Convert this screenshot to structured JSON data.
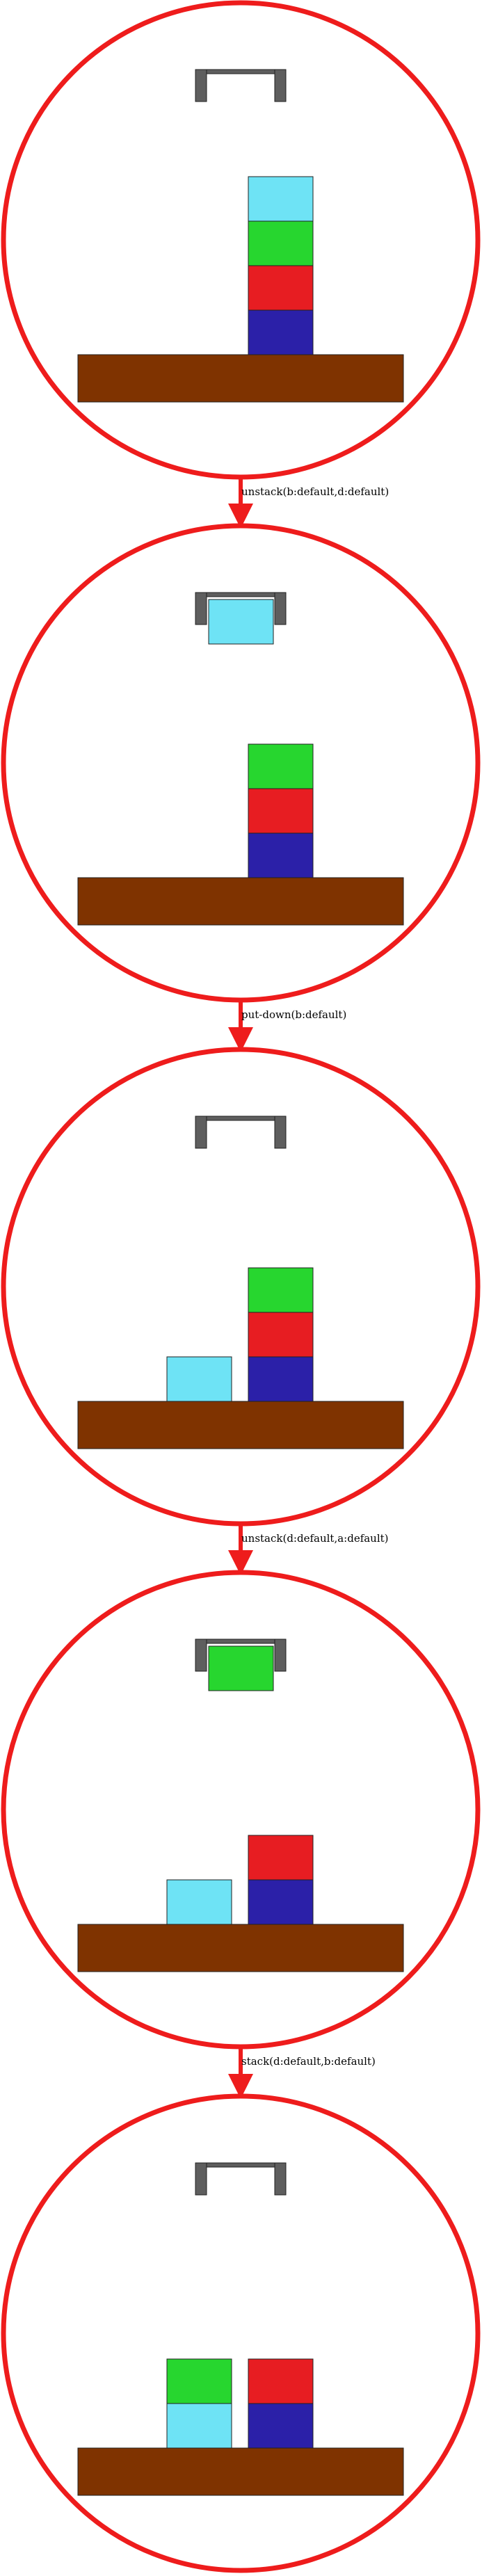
{
  "colors": {
    "frame": "#ee1c1c",
    "table": "#7f3300",
    "gripper": "#5e5e5e",
    "outline": "#202020"
  },
  "icons": [
    "gripper-icon"
  ],
  "states": [
    {
      "holding": null,
      "stacks": [
        {
          "slot": "right",
          "blocks": [
            {
              "color": "#2b20a8"
            },
            {
              "color": "#e71d22"
            },
            {
              "color": "#27d62f"
            },
            {
              "color": "#6ee3f5"
            }
          ]
        }
      ]
    },
    {
      "holding": {
        "color": "#6ee3f5"
      },
      "stacks": [
        {
          "slot": "right",
          "blocks": [
            {
              "color": "#2b20a8"
            },
            {
              "color": "#e71d22"
            },
            {
              "color": "#27d62f"
            }
          ]
        }
      ]
    },
    {
      "holding": null,
      "stacks": [
        {
          "slot": "left",
          "blocks": [
            {
              "color": "#6ee3f5"
            }
          ]
        },
        {
          "slot": "right",
          "blocks": [
            {
              "color": "#2b20a8"
            },
            {
              "color": "#e71d22"
            },
            {
              "color": "#27d62f"
            }
          ]
        }
      ]
    },
    {
      "holding": {
        "color": "#27d62f"
      },
      "stacks": [
        {
          "slot": "left",
          "blocks": [
            {
              "color": "#6ee3f5"
            }
          ]
        },
        {
          "slot": "right",
          "blocks": [
            {
              "color": "#2b20a8"
            },
            {
              "color": "#e71d22"
            }
          ]
        }
      ]
    },
    {
      "holding": null,
      "stacks": [
        {
          "slot": "left",
          "blocks": [
            {
              "color": "#6ee3f5"
            },
            {
              "color": "#27d62f"
            }
          ]
        },
        {
          "slot": "right",
          "blocks": [
            {
              "color": "#2b20a8"
            },
            {
              "color": "#e71d22"
            }
          ]
        }
      ]
    }
  ],
  "actions": [
    {
      "label": "unstack(b:default,d:default)"
    },
    {
      "label": "put-down(b:default)"
    },
    {
      "label": "unstack(d:default,a:default)"
    },
    {
      "label": "stack(d:default,b:default)"
    }
  ]
}
